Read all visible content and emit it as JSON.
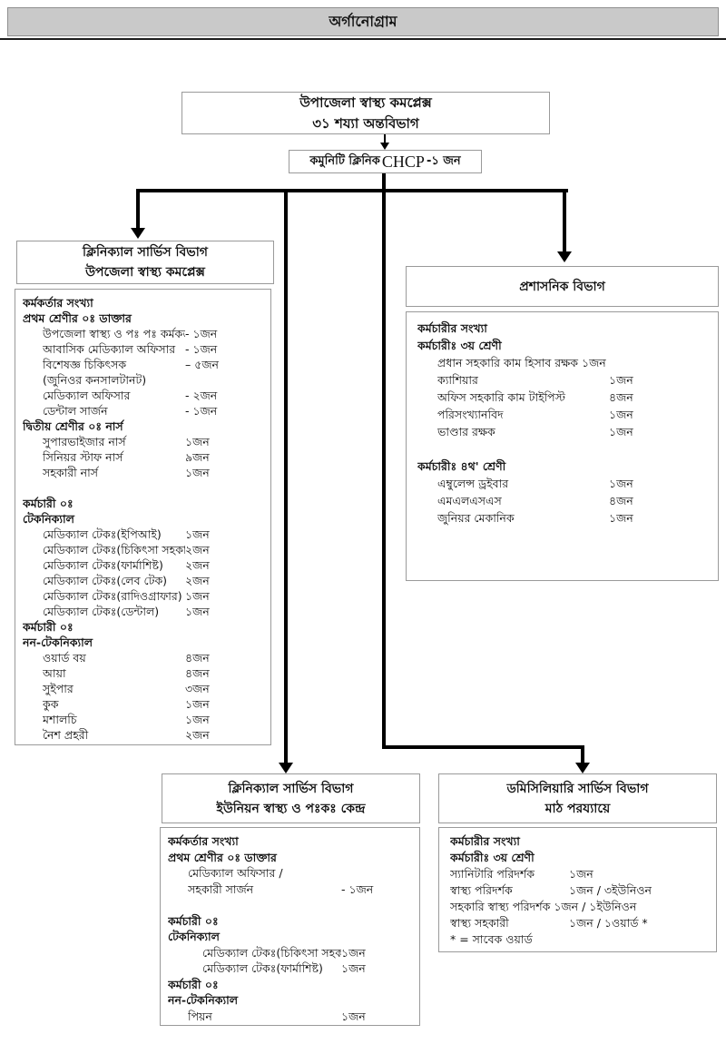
{
  "title_bar": {
    "title": "অর্গানোগ্রাম"
  },
  "chart": {
    "root": {
      "line1": "উপাজেলা স্বাস্থ্য কমপ্লেক্স",
      "line2": "৩১ শয্যা অন্তবিভাগ"
    },
    "chcp": {
      "pre": "কমুনিটি ক্লিনিক",
      "code": "CHCP",
      "post": "-১ জন"
    },
    "clinical_uhc": {
      "title1": "ক্লিনিক্যাল সার্ভিস বিভাগ",
      "title2": "উপজেলা স্বাস্থ্য কমপ্লেক্স",
      "rows": [
        {
          "l": "কর্মকর্তার সংখ্যা",
          "b": 1
        },
        {
          "l": "প্রথম শ্রেণীর ০ঃ ডাক্তার",
          "b": 1
        },
        {
          "l": "উপজেলা স্বাস্থ্য ও পঃ পঃ কর্মকর্তা",
          "v": "- ১জন",
          "i": 1
        },
        {
          "l": "আবাসিক মেডিক্যাল অফিসার",
          "v": "- ১জন",
          "i": 1
        },
        {
          "l": "বিশেষজ্ঞ  চিকিৎসক",
          "v": "– ৫জন",
          "i": 1
        },
        {
          "l": "(জুনিওর কনসালটানট)",
          "i": 1
        },
        {
          "l": "মেডিক্যাল অফিসার",
          "v": "- ২জন",
          "i": 1
        },
        {
          "l": "ডেন্টাল সার্জন",
          "v": "- ১জন",
          "i": 1
        },
        {
          "l": "দ্বিতীয় শ্রেণীর ০ঃ নার্স",
          "b": 1
        },
        {
          "l": "সুপারভাইজার নার্স",
          "v": "১জন",
          "i": 1
        },
        {
          "l": "সিনিয়র স্টাফ  নার্স",
          "v": "৯জন",
          "i": 1
        },
        {
          "l": "সহকারী নার্স",
          "v": "১জন",
          "i": 1
        },
        {
          "l": ""
        },
        {
          "l": "কর্মচারী ০ঃ",
          "b": 1
        },
        {
          "l": "টেকনিক্যাল",
          "b": 1
        },
        {
          "l": "মেডিক্যাল টেকঃ(ইপিআই)",
          "v": "১জন",
          "i": 1
        },
        {
          "l": "মেডিক্যাল টেকঃ(চিকিৎসা সহকারী)",
          "v": "২জন",
          "i": 1
        },
        {
          "l": "মেডিক্যাল টেকঃ(ফার্মাশিষ্ট)",
          "v": "২জন",
          "i": 1
        },
        {
          "l": "মেডিক্যাল টেকঃ(লেব টেক)",
          "v": "২জন",
          "i": 1
        },
        {
          "l": "মেডিক্যাল টেকঃ(রাদিওগ্রাফার)",
          "v": "১জন",
          "i": 1
        },
        {
          "l": "মেডিক্যাল টেকঃ(ডেন্টাল)",
          "v": "১জন",
          "i": 1
        },
        {
          "l": "কর্মচারী ০ঃ",
          "b": 1
        },
        {
          "l": "নন-টেকনিক্যাল",
          "b": 1
        },
        {
          "l": "ওয়ার্ড বয়",
          "v": "৪জন",
          "i": 1
        },
        {
          "l": "আয়া",
          "v": "৪জন",
          "i": 1
        },
        {
          "l": "সুইপার",
          "v": "৩জন",
          "i": 1
        },
        {
          "l": "কুক",
          "v": "১জন",
          "i": 1
        },
        {
          "l": "মশালচি",
          "v": "১জন",
          "i": 1
        },
        {
          "l": "নৈশ প্রহরী",
          "v": "২জন",
          "i": 1
        }
      ]
    },
    "admin": {
      "title1": "প্রশাসনিক বিভাগ",
      "rows": [
        {
          "l": "কর্মচারীর সংখ্যা",
          "b": 1
        },
        {
          "l": "কর্মচারীঃ ৩য় শ্রেণী",
          "b": 1
        },
        {
          "l": "প্রধান সহকারি কাম হিসাব রক্ষক  ১জন",
          "i": 1
        },
        {
          "l": "ক্যাশিয়ার",
          "v": "১জন",
          "i": 1
        },
        {
          "l": "অফিস সহকারি  কাম টাইপিস্ট",
          "v": "৪জন",
          "i": 1
        },
        {
          "l": "পরিসংখ্যানবিদ",
          "v": "১জন",
          "i": 1
        },
        {
          "l": "ভাণ্ডার রক্ষক",
          "v": "১জন",
          "i": 1
        },
        {
          "l": ""
        },
        {
          "l": "কর্মচারীঃ ৪থ' শ্রেণী",
          "b": 1
        },
        {
          "l": "এম্বুলেন্স ড্রইবার",
          "v": "১জন",
          "i": 1
        },
        {
          "l": "এমএলএসএস",
          "v": "৪জন",
          "i": 1
        },
        {
          "l": "জুনিয়র মেকানিক",
          "v": "১জন",
          "i": 1
        }
      ]
    },
    "clinical_union": {
      "title1": "ক্লিনিক্যাল সার্ভিস বিভাগ",
      "title2": "ইউনিয়ন স্বাস্থ্য ও পঃকঃ কেন্দ্র",
      "rows": [
        {
          "l": "কর্মকর্তার সংখ্যা",
          "b": 1
        },
        {
          "l": "প্রথম শ্রেণীর ০ঃ ডাক্তার",
          "b": 1
        },
        {
          "l": "মেডিক্যাল অফিসার /",
          "i": 1
        },
        {
          "l": "সহকারী সার্জন",
          "v": "- ১জন",
          "i": 1
        },
        {
          "l": ""
        },
        {
          "l": "কর্মচারী ০ঃ",
          "b": 1
        },
        {
          "l": "টেকনিক্যাল",
          "b": 1
        },
        {
          "l": "মেডিক্যাল টেকঃ(চিকিৎসা সহকারী)",
          "v": "১জন",
          "i": 2
        },
        {
          "l": "মেডিক্যাল টেকঃ(ফার্মাশিষ্ট)",
          "v": "১জন",
          "i": 2
        },
        {
          "l": "কর্মচারী ০ঃ",
          "b": 1
        },
        {
          "l": "নন-টেকনিক্যাল",
          "b": 1
        },
        {
          "l": "পিয়ন",
          "v": "১জন",
          "i": 1
        }
      ]
    },
    "domiciliary": {
      "title1": "ডমিসিলিয়ারি সার্ভিস বিভাগ",
      "title2": "মাঠ পরয্যায়ে",
      "rows": [
        {
          "l": "কর্মচারীর সংখ্যা",
          "b": 1
        },
        {
          "l": "কর্মচারীঃ ৩য় শ্রেণী",
          "b": 1
        },
        {
          "l": "স্যানিটারি পরিদর্শক",
          "v": "১জন"
        },
        {
          "l": "স্বাস্থ্য পরিদর্শক",
          "v": "১জন / ৩ইউনিওন"
        },
        {
          "l": "সহকারি স্বাস্থ্য পরিদর্শক ১জন / ১ইউনিওন"
        },
        {
          "l": "স্বাস্থ্য সহকারী",
          "v": "১জন / ১ওয়ার্ড *"
        },
        {
          "l": "* = সাবেক ওয়ার্ড"
        }
      ]
    }
  }
}
